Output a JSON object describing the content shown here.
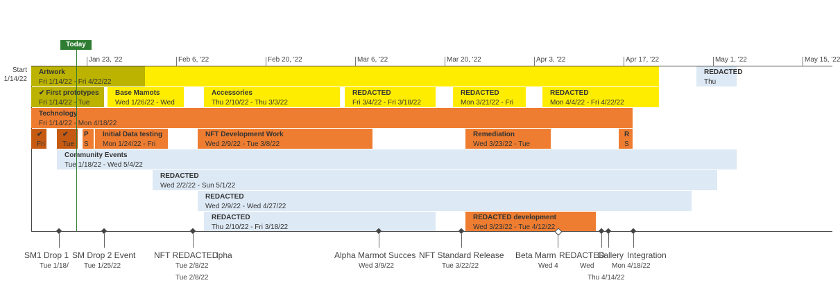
{
  "today_label": "Today",
  "start": {
    "label": "Start",
    "date": "1/14/22"
  },
  "scale": [
    "Jan 23, '22",
    "Feb 6, '22",
    "Feb 20, '22",
    "Mar 6, '22",
    "Mar 20, '22",
    "Apr 3, '22",
    "Apr 17, '22",
    "May 1, '22",
    "May 15, '22"
  ],
  "tasks": [
    {
      "title": "Artwork",
      "dates": "Fri 1/14/22 - Fri 4/22/22",
      "color": "#ffed00",
      "check": false
    },
    {
      "title": "Artwork",
      "dates": "Fri 1/14/22 - Fri 4/22/22",
      "color": "#bbb300",
      "check": false
    },
    {
      "title": "REDACTED",
      "dates": "Thu",
      "color": "#dde9f5",
      "check": false
    },
    {
      "title": "First prototypes",
      "dates": "Fri 1/14/22 - Tue",
      "color": "#bbb300",
      "check": true
    },
    {
      "title": "Base Mamots",
      "dates": "Wed 1/26/22 - Wed",
      "color": "#ffed00",
      "check": false
    },
    {
      "title": "Accessories",
      "dates": "Thu 2/10/22 - Thu 3/3/22",
      "color": "#ffed00",
      "check": false
    },
    {
      "title": "REDACTED",
      "dates": "Fri 3/4/22 - Fri 3/18/22",
      "color": "#ffed00",
      "check": false
    },
    {
      "title": "REDACTED",
      "dates": "Mon 3/21/22 - Fri",
      "color": "#ffed00",
      "check": false
    },
    {
      "title": "REDACTED",
      "dates": "Mon 4/4/22 - Fri 4/22/22",
      "color": "#ffed00",
      "check": false
    },
    {
      "title": "Technology",
      "dates": "Fri 1/14/22 - Mon 4/18/22",
      "color": "#ee7d31",
      "check": false
    },
    {
      "title": "",
      "dates": "Fri",
      "color": "#c65a12",
      "check": true
    },
    {
      "title": "",
      "dates": "Tue",
      "color": "#c65a12",
      "check": true
    },
    {
      "title": "P",
      "dates": "S",
      "color": "#ee7d31",
      "check": false
    },
    {
      "title": "Initial Data testing",
      "dates": "Mon 1/24/22 - Fri",
      "color": "#ee7d31",
      "check": false
    },
    {
      "title": "NFT Development Work",
      "dates": "Wed 2/9/22 - Tue 3/8/22",
      "color": "#ee7d31",
      "check": false
    },
    {
      "title": "Remediation",
      "dates": "Wed 3/23/22 - Tue",
      "color": "#ee7d31",
      "check": false
    },
    {
      "title": "R",
      "dates": "S",
      "color": "#ee7d31",
      "check": false
    },
    {
      "title": "Community Events",
      "dates": "Tue 1/18/22 - Wed 5/4/22",
      "color": "#dde9f5",
      "check": false
    },
    {
      "title": "REDACTED",
      "dates": "Wed 2/2/22 - Sun 5/1/22",
      "color": "#dde9f5",
      "check": false
    },
    {
      "title": "REDACTED",
      "dates": "Wed 2/9/22 - Wed 4/27/22",
      "color": "#dde9f5",
      "check": false
    },
    {
      "title": "REDACTED",
      "dates": "Thu 2/10/22 - Fri 3/18/22",
      "color": "#dde9f5",
      "check": false
    },
    {
      "title": "REDACTED development",
      "dates": "Wed 3/23/22 - Tue 4/12/22",
      "color": "#ee7d31",
      "check": false
    }
  ],
  "milestones": [
    {
      "title": "SM1 Drop 1",
      "date": "Tue 1/18/"
    },
    {
      "title": "SM Drop 2 Event",
      "date": "Tue 1/25/22"
    },
    {
      "title": "NFT REDACTED",
      "date": "Tue 2/8/22"
    },
    {
      "title": "lpha",
      "date": "Tue 2/8/22"
    },
    {
      "title": "Alpha Marmot Succes",
      "date": "Wed 3/9/22"
    },
    {
      "title": "NFT Standard Release",
      "date": "Tue 3/22/22"
    },
    {
      "title": "Beta Marm",
      "date": "Wed 4"
    },
    {
      "title": "REDACTED",
      "date": "Wed"
    },
    {
      "title": "Gallery",
      "date": "Thu 4/14/22"
    },
    {
      "title": "Integration",
      "date": "Mon 4/18/22"
    }
  ]
}
